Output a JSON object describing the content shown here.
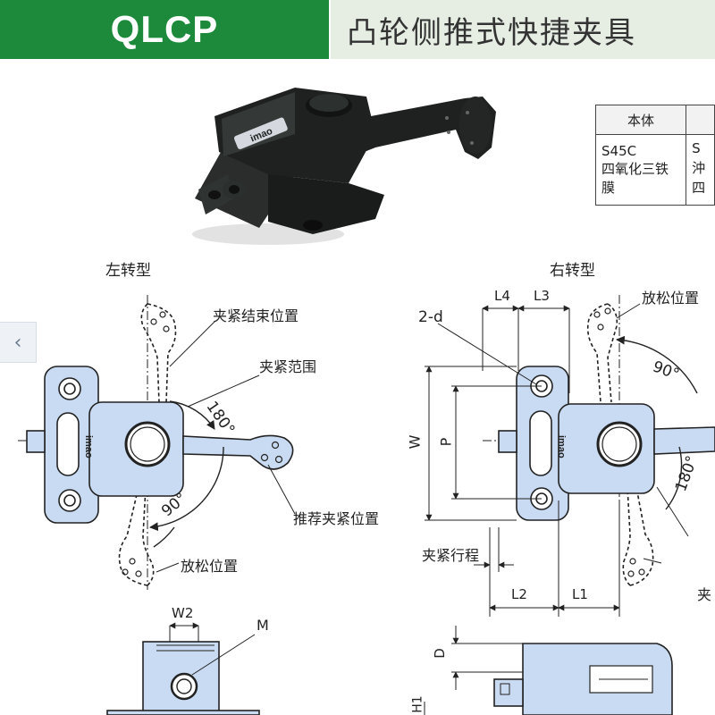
{
  "header": {
    "model": "QLCP",
    "title": "凸轮侧推式快捷夹具"
  },
  "nav": {
    "prev_glyph": "‹"
  },
  "material_table": {
    "col1_header": "本体",
    "col2_header": "...",
    "col1_lines": [
      "S45C",
      "四氧化三铁膜"
    ],
    "col2_lines": [
      "S",
      "沖",
      "四"
    ]
  },
  "product": {
    "logo_text": "imao"
  },
  "left_view": {
    "title": "左转型",
    "clamp_end": "夹紧结束位置",
    "clamp_range": "夹紧范围",
    "angle_180": "180°",
    "angle_90": "90°",
    "recommend": "推荐夹紧位置",
    "release": "放松位置",
    "logo_text": "imao"
  },
  "right_view": {
    "title": "右转型",
    "release": "放松位置",
    "angle_90": "90°",
    "angle_180": "180°",
    "hole": "2-d",
    "L4": "L4",
    "L3": "L3",
    "W": "W",
    "P": "P",
    "stroke": "夹紧行程",
    "L2": "L2",
    "L1": "L1",
    "clamp_cut": "夹",
    "logo_text": "imao"
  },
  "bottom_view": {
    "W2": "W2",
    "M": "M",
    "D": "D",
    "H1": "H1"
  },
  "colors": {
    "green": "#1c8a3a",
    "part_fill": "#c9dbf2",
    "line": "#222222"
  }
}
